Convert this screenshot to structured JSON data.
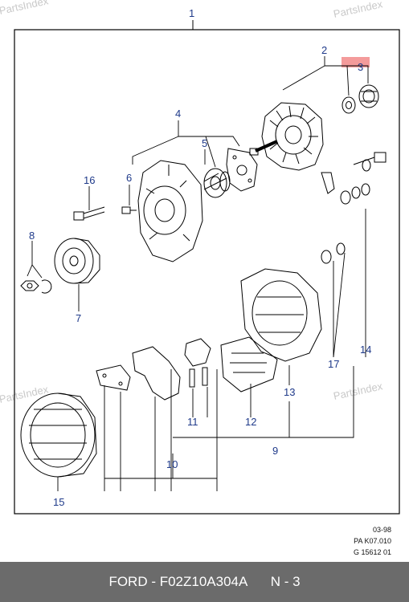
{
  "watermark": "PartsIndex",
  "callouts": {
    "n1": "1",
    "n2": "2",
    "n3": "3",
    "n4": "4",
    "n5": "5",
    "n6": "6",
    "n7": "7",
    "n8": "8",
    "n9": "9",
    "n10": "10",
    "n11": "11",
    "n12": "12",
    "n13": "13",
    "n14": "14",
    "n15": "15",
    "n16": "16",
    "n17": "17"
  },
  "stamp": {
    "date": "03-98",
    "ref": "PA K07.010",
    "code": "G 15612 01"
  },
  "footer": {
    "brand_part": "FORD - F02Z10A304A",
    "sheet": "N - 3"
  },
  "colors": {
    "callout": "#1f3a8a",
    "highlight": "#f28a8a",
    "footer_bg": "#6b6b6b"
  }
}
